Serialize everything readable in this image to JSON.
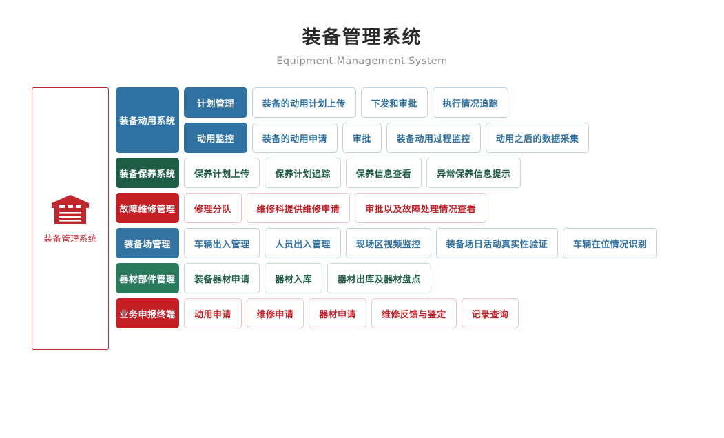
{
  "header": {
    "title": "装备管理系统",
    "subtitle": "Equipment Management System"
  },
  "brand": {
    "icon": "warehouse-icon",
    "label": "装备管理系统",
    "color": "#c0262c"
  },
  "colors": {
    "blue": "#2f71a0",
    "blue_light": "#3273a0",
    "green_dark": "#1e5c43",
    "green": "#2a7a5e",
    "red": "#c32026",
    "title_text": "#2b2b2b",
    "subtitle_text": "#8d8d8d"
  },
  "rows": [
    {
      "category": "装备动用系统",
      "variant": "blue",
      "subrows": [
        {
          "subcategory": "计划管理",
          "leaves": [
            "装备的动用计划上传",
            "下发和审批",
            "执行情况追踪"
          ]
        },
        {
          "subcategory": "动用监控",
          "leaves": [
            "装备的动用申请",
            "审批",
            "装备动用过程监控",
            "动用之后的数据采集"
          ]
        }
      ]
    },
    {
      "category": "装备保养系统",
      "variant": "green-dark",
      "leaves": [
        "保养计划上传",
        "保养计划追踪",
        "保养信息查看",
        "异常保养信息提示"
      ]
    },
    {
      "category": "故障维修管理",
      "variant": "red",
      "leaves": [
        "修理分队",
        "维修科提供维修申请",
        "审批以及故障处理情况查看"
      ]
    },
    {
      "category": "装备场管理",
      "variant": "blue-light",
      "leaves": [
        "车辆出入管理",
        "人员出入管理",
        "现场区视频监控",
        "装备场日活动真实性验证",
        "车辆在位情况识别"
      ]
    },
    {
      "category": "器材部件管理",
      "variant": "green",
      "leaves": [
        "装备器材申请",
        "器材入库",
        "器材出库及器材盘点"
      ]
    },
    {
      "category": "业务申报终端",
      "variant": "red",
      "leaves": [
        "动用申请",
        "维修申请",
        "器材申请",
        "维修反馈与鉴定",
        "记录查询"
      ]
    }
  ]
}
